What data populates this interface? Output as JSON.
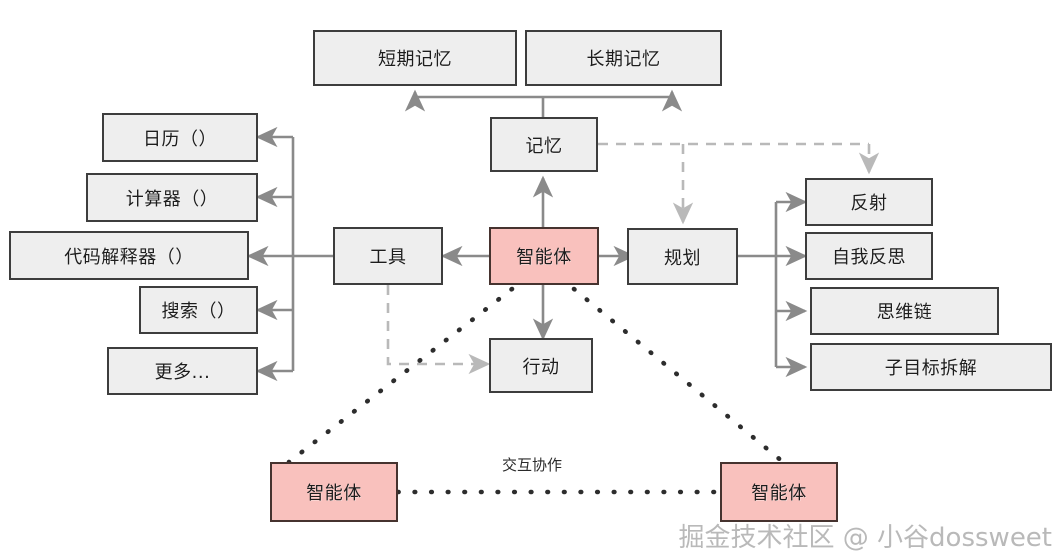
{
  "diagram": {
    "type": "agent-architecture-flowchart",
    "colors": {
      "node_fill": "#eeeeee",
      "node_border": "#3d3d3d",
      "accent_fill": "#f9c1bd",
      "accent_border": "#46332f",
      "solid_edge": "#8a8a8a",
      "dashed_edge": "#b9b9b9",
      "dotted_edge": "#2d2d2d",
      "background": "#ffffff"
    },
    "nodes": {
      "short_term_memory": "短期记忆",
      "long_term_memory": "长期记忆",
      "memory": "记忆",
      "calendar": "日历（）",
      "calculator": "计算器（）",
      "code_interpreter": "代码解释器（）",
      "search": "搜索（）",
      "more": "更多...",
      "tools": "工具",
      "agent": "智能体",
      "planning": "规划",
      "action": "行动",
      "reflection": "反射",
      "self_reflection": "自我反思",
      "chain_of_thought": "思维链",
      "subgoal_decomposition": "子目标拆解",
      "agent_left": "智能体",
      "agent_right": "智能体"
    },
    "edge_labels": {
      "collaboration": "交互协作"
    },
    "watermark": "掘金技术社区 @ 小谷dossweet"
  }
}
